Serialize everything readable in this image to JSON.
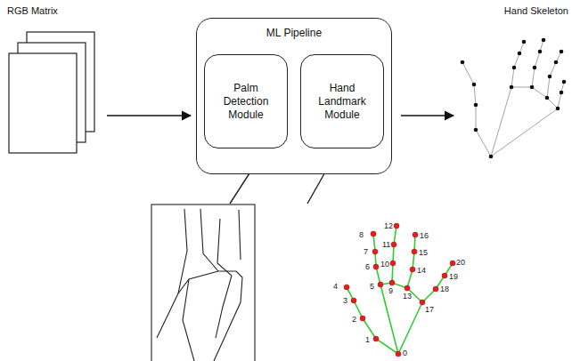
{
  "diagram": {
    "nodes": [
      {
        "text": [
          "RGB Matrix"
        ]
      },
      {
        "text": [
          "ML Pipeline"
        ]
      },
      {
        "text": [
          "Palm Detection Module"
        ],
        "in": 1
      },
      {
        "text": [
          "Hand Landmark Module"
        ],
        "in": 1
      },
      {
        "text": [
          "Hand Skeleton"
        ]
      }
    ],
    "edges": [
      {
        "from": 0,
        "to": 1,
        "arrow": "to"
      },
      {
        "from": 1,
        "to": 4,
        "arrow": "to"
      }
    ],
    "labels": [
      "0",
      "1",
      "2",
      "3",
      "4",
      "5",
      "6",
      "7",
      "8",
      "9",
      "10",
      "11",
      "12",
      "13",
      "14",
      "15",
      "16",
      "17",
      "18",
      "19",
      "20"
    ]
  }
}
